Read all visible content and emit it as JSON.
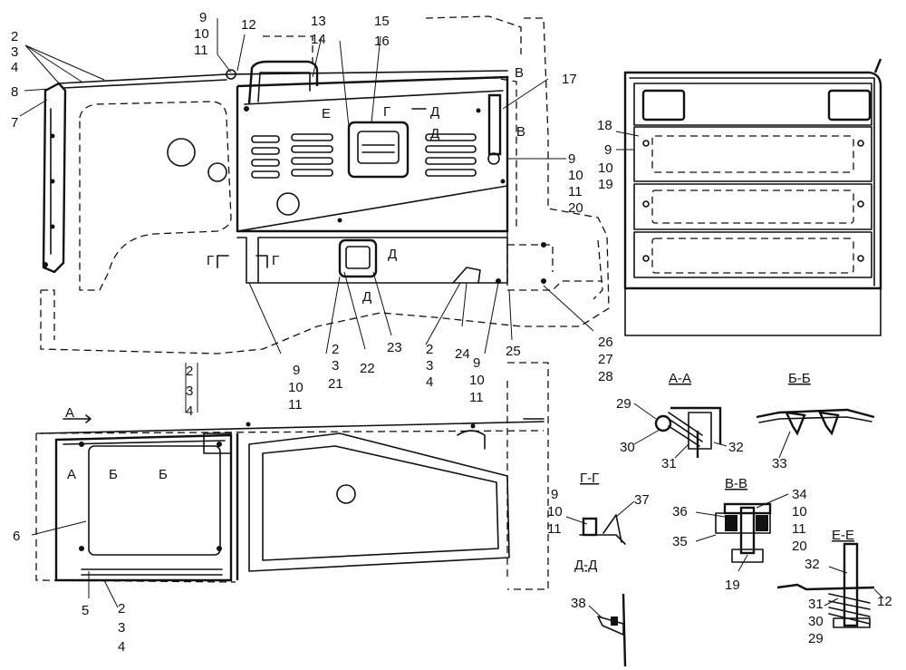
{
  "view_labels": {
    "a_a": "А-А",
    "b_b": "Б-Б",
    "v_v": "В-В",
    "g_g": "Г-Г",
    "d_d": "Д-Д",
    "e_e": "Е-Е"
  },
  "marks": {
    "a": "А",
    "b": "Б",
    "v": "В",
    "g": "Г",
    "d": "Д",
    "e": "Е"
  },
  "callouts": [
    {
      "id": "c2_3_4_tl",
      "lines": [
        "2",
        "3",
        "4"
      ]
    },
    {
      "id": "c8",
      "lines": [
        "8"
      ]
    },
    {
      "id": "c7",
      "lines": [
        "7"
      ]
    },
    {
      "id": "c9_10_11_top",
      "lines": [
        "9",
        "10",
        "11"
      ]
    },
    {
      "id": "c12_top",
      "lines": [
        "12"
      ]
    },
    {
      "id": "c13",
      "lines": [
        "13"
      ]
    },
    {
      "id": "c14",
      "lines": [
        "14"
      ]
    },
    {
      "id": "c15",
      "lines": [
        "15"
      ]
    },
    {
      "id": "c16",
      "lines": [
        "16"
      ]
    },
    {
      "id": "c17",
      "lines": [
        "17"
      ]
    },
    {
      "id": "c9_10_11_20",
      "lines": [
        "9",
        "10",
        "11",
        "20"
      ]
    },
    {
      "id": "c18",
      "lines": [
        "18"
      ]
    },
    {
      "id": "c9_10_19",
      "lines": [
        "9",
        "10",
        "19"
      ]
    },
    {
      "id": "c9_10_11_bl",
      "lines": [
        "9",
        "10",
        "11"
      ]
    },
    {
      "id": "c2_3_21",
      "lines": [
        "2",
        "3",
        "21"
      ]
    },
    {
      "id": "c22",
      "lines": [
        "22"
      ]
    },
    {
      "id": "c23",
      "lines": [
        "23"
      ]
    },
    {
      "id": "c2_3_4_mid",
      "lines": [
        "2",
        "3",
        "4"
      ]
    },
    {
      "id": "c24",
      "lines": [
        "24"
      ]
    },
    {
      "id": "c9_10_11_mid",
      "lines": [
        "9",
        "10",
        "11"
      ]
    },
    {
      "id": "c25",
      "lines": [
        "25"
      ]
    },
    {
      "id": "c26_27_28",
      "lines": [
        "26",
        "27",
        "28"
      ]
    },
    {
      "id": "c2_3_4_left",
      "lines": [
        "2",
        "3",
        "4"
      ]
    },
    {
      "id": "c6",
      "lines": [
        "6"
      ]
    },
    {
      "id": "c5",
      "lines": [
        "5"
      ]
    },
    {
      "id": "c2_3_4_bot",
      "lines": [
        "2",
        "3",
        "4"
      ]
    },
    {
      "id": "c29",
      "lines": [
        "29"
      ]
    },
    {
      "id": "c30",
      "lines": [
        "30"
      ]
    },
    {
      "id": "c31",
      "lines": [
        "31"
      ]
    },
    {
      "id": "c32",
      "lines": [
        "32"
      ]
    },
    {
      "id": "c33",
      "lines": [
        "33"
      ]
    },
    {
      "id": "c9_10_11_gg",
      "lines": [
        "9",
        "10",
        "11"
      ]
    },
    {
      "id": "c37",
      "lines": [
        "37"
      ]
    },
    {
      "id": "c36",
      "lines": [
        "36"
      ]
    },
    {
      "id": "c35",
      "lines": [
        "35"
      ]
    },
    {
      "id": "c19",
      "lines": [
        "19"
      ]
    },
    {
      "id": "c34_10_11_20",
      "lines": [
        "34",
        "10",
        "11",
        "20"
      ]
    },
    {
      "id": "c38",
      "lines": [
        "38"
      ]
    },
    {
      "id": "c32_ee",
      "lines": [
        "32"
      ]
    },
    {
      "id": "c31_ee",
      "lines": [
        "31"
      ]
    },
    {
      "id": "c30_ee",
      "lines": [
        "30"
      ]
    },
    {
      "id": "c29_ee",
      "lines": [
        "29"
      ]
    },
    {
      "id": "c12_ee",
      "lines": [
        "12"
      ]
    }
  ]
}
